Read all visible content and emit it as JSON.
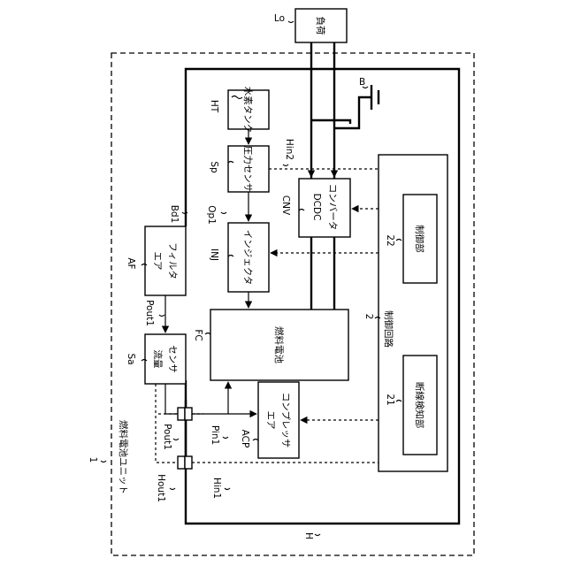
{
  "labels": {
    "unit_name": "燃料電池ユニット",
    "unit_ref": "1",
    "load": "負荷",
    "load_ref": "Lo",
    "battery_ref": "B",
    "tank": "水素タンク",
    "tank_ref": "HT",
    "pressure_sensor": "圧力センサ",
    "pressure_sensor_ref": "Sp",
    "hin2": "Hin2",
    "dcdc_line1": "DCDC",
    "dcdc_line2": "コンバータ",
    "dcdc_ref": "CNV",
    "injector": "インジェクタ",
    "injector_ref": "INJ",
    "op1": "Op1",
    "bd1": "Bd1",
    "air_filter_line1": "エア",
    "air_filter_line2": "フィルタ",
    "air_filter_ref": "AF",
    "pout1_top": "Pout1",
    "flow_sensor_line1": "流量",
    "flow_sensor_line2": "センサ",
    "flow_sensor_ref": "Sa",
    "fuel_cell": "燃料電池",
    "fuel_cell_ref": "FC",
    "compressor_line1": "エア",
    "compressor_line2": "コンプレッサ",
    "compressor_ref": "ACP",
    "pin1": "Pin1",
    "pout1_bottom": "Pout1",
    "hout1": "Hout1",
    "hin1": "Hin1",
    "housing_ref": "H",
    "control_circuit": "制御回路",
    "control_circuit_ref": "2",
    "control_unit": "制御部",
    "control_unit_ref": "22",
    "disconnect_detector": "断線検知部",
    "disconnect_detector_ref": "21"
  }
}
